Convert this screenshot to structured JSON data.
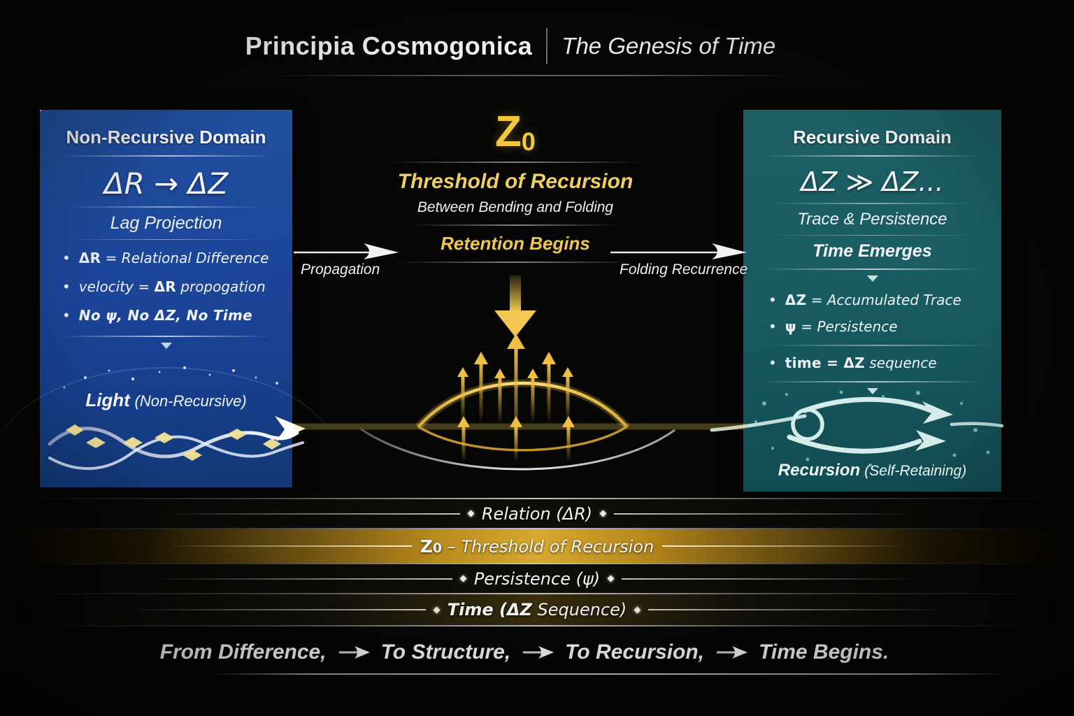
{
  "header": {
    "title": "Principia Cosmogonica",
    "separator": "|",
    "subtitle": "The Genesis of Time"
  },
  "left_panel": {
    "title": "Non-Recursive Domain",
    "formula": "ΔR → ΔZ",
    "formula_caption": "Lag Projection",
    "bullets": [
      {
        "pre": "",
        "strong": "ΔR",
        "rest": " = Relational Difference"
      },
      {
        "pre": "velocity = ",
        "strong": "ΔR",
        "rest": " propogation"
      },
      {
        "pre": "",
        "strong": "No ψ, No ΔZ, No Time",
        "rest": ""
      }
    ],
    "light_label": "Light",
    "light_note": "(Non-Recursive)"
  },
  "center": {
    "symbol": "Z",
    "symbol_sub": "0",
    "heading": "Threshold of Recursion",
    "subheading": "Between Bending and Folding",
    "emphasis": "Retention Begins",
    "left_flow_label": "Propagation",
    "right_flow_label": "Folding Recurrence"
  },
  "right_panel": {
    "title": "Recursive Domain",
    "formula": "ΔZ ≫ ΔZ...",
    "formula_caption": "Trace & Persistence",
    "emphasis": "Time Emerges",
    "bullets": [
      {
        "pre": "",
        "strong": "ΔZ",
        "rest": " = Accumulated Trace"
      },
      {
        "pre": "",
        "strong": "ψ",
        "rest": " = Persistence"
      },
      {
        "pre": "",
        "strong": "time = ΔZ",
        "rest": " sequence"
      }
    ],
    "loop_label": "Recursion",
    "loop_note": "(Self-Retaining)"
  },
  "layers": {
    "relation": "Relation (ΔR)",
    "threshold": {
      "sym": "Z",
      "sub": "0",
      "rest": " – Threshold of Recursion"
    },
    "persistence": "Persistence (ψ)",
    "time": {
      "strong": "Time (ΔZ",
      "rest": " Sequence)"
    }
  },
  "footer": {
    "s1": "From Difference,",
    "s2": "To Structure,",
    "s3": "To Recursion,",
    "s4": "Time Begins."
  },
  "colors": {
    "gold": "#f2c63a",
    "blue": "#1c449c",
    "teal": "#1b5a60"
  }
}
